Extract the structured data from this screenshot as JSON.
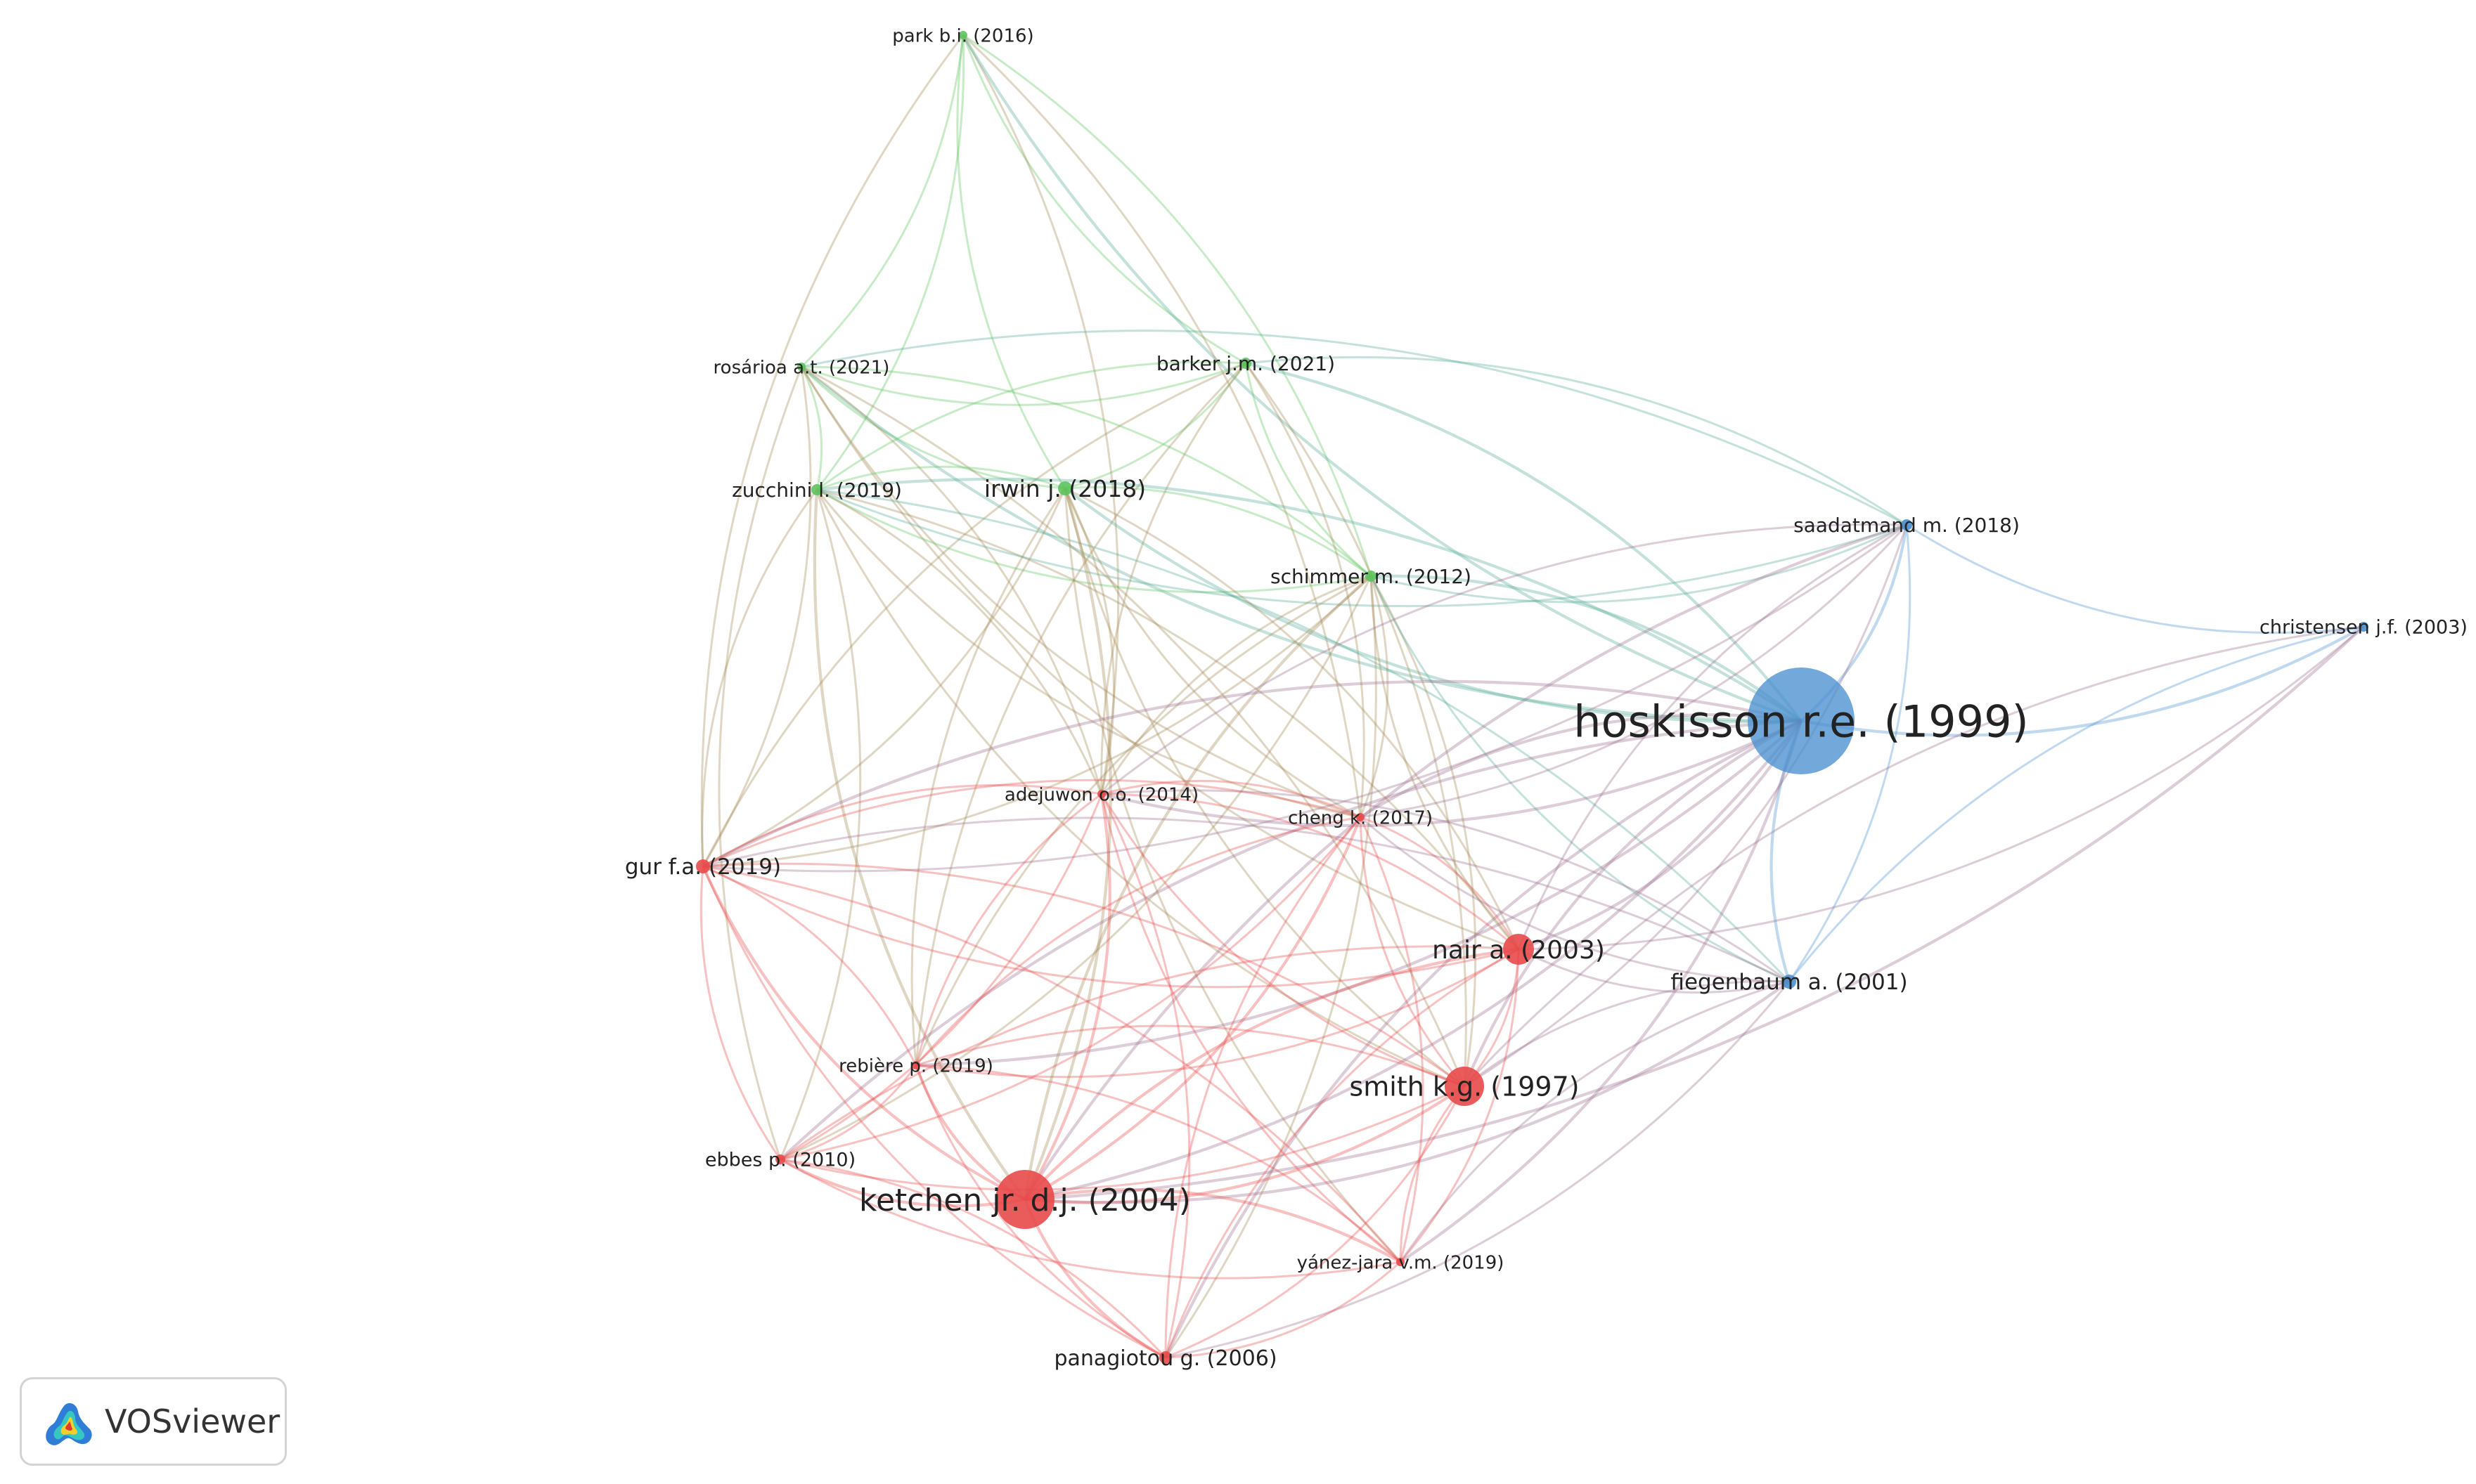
{
  "app": {
    "name": "VOSviewer"
  },
  "colors": {
    "clusters": {
      "red": "#e84a4a",
      "green": "#5cc35c",
      "blue": "#4a90d0"
    },
    "blue_node": "#4a8fcf",
    "label": "#222222"
  },
  "nodes": [
    {
      "id": "park",
      "label": "park b.i. (2016)",
      "cluster": "green",
      "weight": 1
    },
    {
      "id": "rosarioa",
      "label": "rosárioa a.t. (2021)",
      "cluster": "green",
      "weight": 1
    },
    {
      "id": "barker",
      "label": "barker j.m. (2021)",
      "cluster": "green",
      "weight": 1.3
    },
    {
      "id": "zucchini",
      "label": "zucchini l. (2019)",
      "cluster": "green",
      "weight": 1.2
    },
    {
      "id": "irwin",
      "label": "irwin j. (2018)",
      "cluster": "green",
      "weight": 1.6
    },
    {
      "id": "schimmer",
      "label": "schimmer m. (2012)",
      "cluster": "green",
      "weight": 1.3
    },
    {
      "id": "saadatmand",
      "label": "saadatmand m. (2018)",
      "cluster": "blue",
      "weight": 1.3
    },
    {
      "id": "christensen",
      "label": "christensen j.f. (2003)",
      "cluster": "blue",
      "weight": 1
    },
    {
      "id": "hoskisson",
      "label": "hoskisson r.e. (1999)",
      "cluster": "blue",
      "weight": 10
    },
    {
      "id": "fiegenbaum",
      "label": "fiegenbaum a. (2001)",
      "cluster": "blue",
      "weight": 1.6
    },
    {
      "id": "adejuwon",
      "label": "adejuwon o.o. (2014)",
      "cluster": "red",
      "weight": 1
    },
    {
      "id": "cheng",
      "label": "cheng k. (2017)",
      "cluster": "red",
      "weight": 1
    },
    {
      "id": "gur",
      "label": "gur f.a. (2019)",
      "cluster": "red",
      "weight": 1.7
    },
    {
      "id": "nair",
      "label": "nair a. (2003)",
      "cluster": "red",
      "weight": 3
    },
    {
      "id": "smith",
      "label": "smith k.g. (1997)",
      "cluster": "red",
      "weight": 3.6
    },
    {
      "id": "rebiere",
      "label": "rebière p. (2019)",
      "cluster": "red",
      "weight": 1
    },
    {
      "id": "ebbes",
      "label": "ebbes p. (2010)",
      "cluster": "red",
      "weight": 1.2
    },
    {
      "id": "ketchen",
      "label": "ketchen jr. d.j. (2004)",
      "cluster": "red",
      "weight": 5
    },
    {
      "id": "yanez",
      "label": "yánez-jara v.m. (2019)",
      "cluster": "red",
      "weight": 1
    },
    {
      "id": "panagiotou",
      "label": "panagiotou g. (2006)",
      "cluster": "red",
      "weight": 1.4
    }
  ]
}
